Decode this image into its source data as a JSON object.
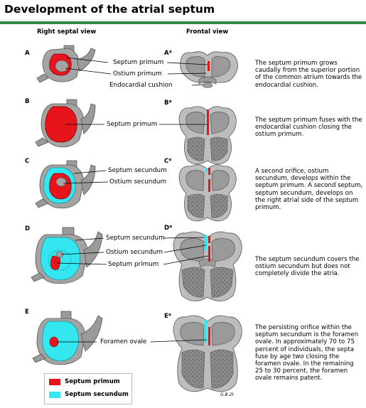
{
  "title": "Development of the atrial septum",
  "headers": {
    "right": "Right septal view",
    "frontal": "Frontal view"
  },
  "rows": [
    {
      "label": "A",
      "frontal_label": "A*",
      "desc": "The septum primum grows caudally from the superior portion of the common atrium towards the endocardial cushion.",
      "callouts": [
        "Septum primum",
        "Ostium primum",
        "Endocardial cushion"
      ]
    },
    {
      "label": "B",
      "frontal_label": "B*",
      "desc": "The septum primum fuses with the endocardial cushion closing the ostium primum.",
      "callouts": [
        "Septum primum"
      ]
    },
    {
      "label": "C",
      "frontal_label": "C*",
      "desc": "A second orifice, ostium secundum, develops within the septum primum. A second septum, septum secundum, develops on the right atrial side of the septum primum.",
      "callouts": [
        "Septum secundum",
        "Ostium secundum"
      ]
    },
    {
      "label": "D",
      "frontal_label": "D*",
      "desc": "The septum secundum covers the ostium secundum but does not completely divide the atria.",
      "callouts": [
        "Septum secundum",
        "Ostium secundum",
        "Septum primum"
      ]
    },
    {
      "label": "E",
      "frontal_label": "E*",
      "desc": "The persisting orifice within the septum secundum is the foramen ovale. In approximately 70 to 75 percent of individuals, the septa fuse by age two closing the foramen ovale. In the remaining 25 to 30 percent, the foramen ovale remains patent.",
      "callouts": [
        "Foramen ovale"
      ]
    }
  ],
  "legend": [
    {
      "label": "Septum primum",
      "color": "#e8141c"
    },
    {
      "label": "Septum secundum",
      "color": "#33e6f0"
    }
  ],
  "signature": "G.B.2t",
  "colors": {
    "accent_rule": "#2e8b3e",
    "tissue": "#9a9a9a",
    "chamber": "#c8c8c8",
    "primum": "#e8141c",
    "secundum": "#33e6f0"
  }
}
